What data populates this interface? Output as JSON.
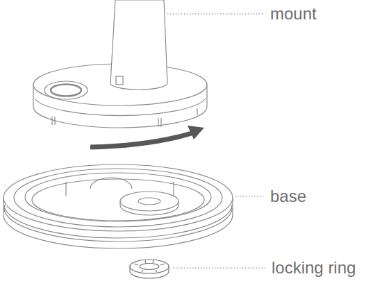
{
  "diagram": {
    "labels": [
      "mount",
      "base",
      "locking ring"
    ]
  }
}
